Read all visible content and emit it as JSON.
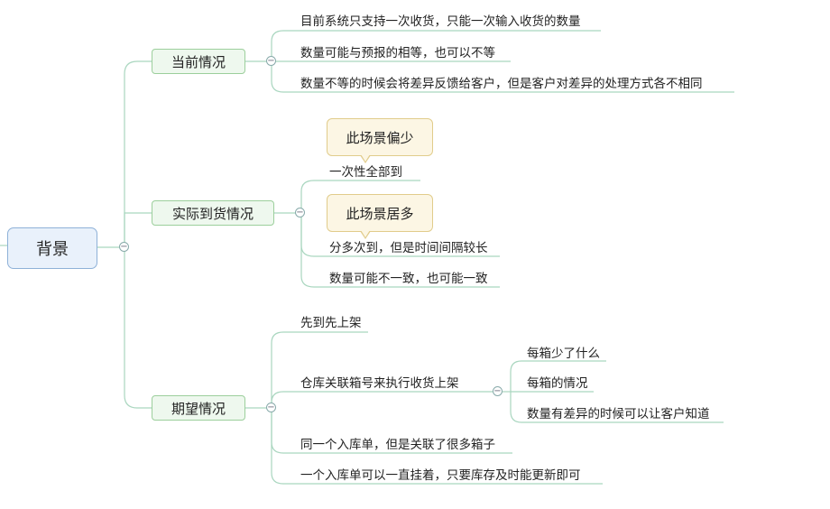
{
  "root": {
    "label": "背景"
  },
  "branches": [
    {
      "label": "当前情况",
      "children": [
        "目前系统只支持一次收货，只能一次输入收货的数量",
        "数量可能与预报的相等，也可以不等",
        "数量不等的时候会将差异反馈给客户，但是客户对差异的处理方式各不相同"
      ]
    },
    {
      "label": "实际到货情况",
      "callouts": [
        "此场景偏少",
        "此场景居多"
      ],
      "children": [
        "一次性全部到",
        "分多次到，但是时间间隔较长",
        "数量可能不一致，也可能一致"
      ]
    },
    {
      "label": "期望情况",
      "children": [
        "先到先上架",
        "仓库关联箱号来执行收货上架",
        "同一个入库单，但是关联了很多箱子",
        "一个入库单可以一直挂着，只要库存及时能更新即可"
      ],
      "sub_children": [
        "每箱少了什么",
        "每箱的情况",
        "数量有差异的时候可以让客户知道"
      ]
    }
  ],
  "toggle_symbol": "−",
  "colors": {
    "line": "#9ccfb4",
    "root_border": "#8eb1d8",
    "branch_border": "#9ccf9c",
    "callout_border": "#e1cc8b"
  }
}
